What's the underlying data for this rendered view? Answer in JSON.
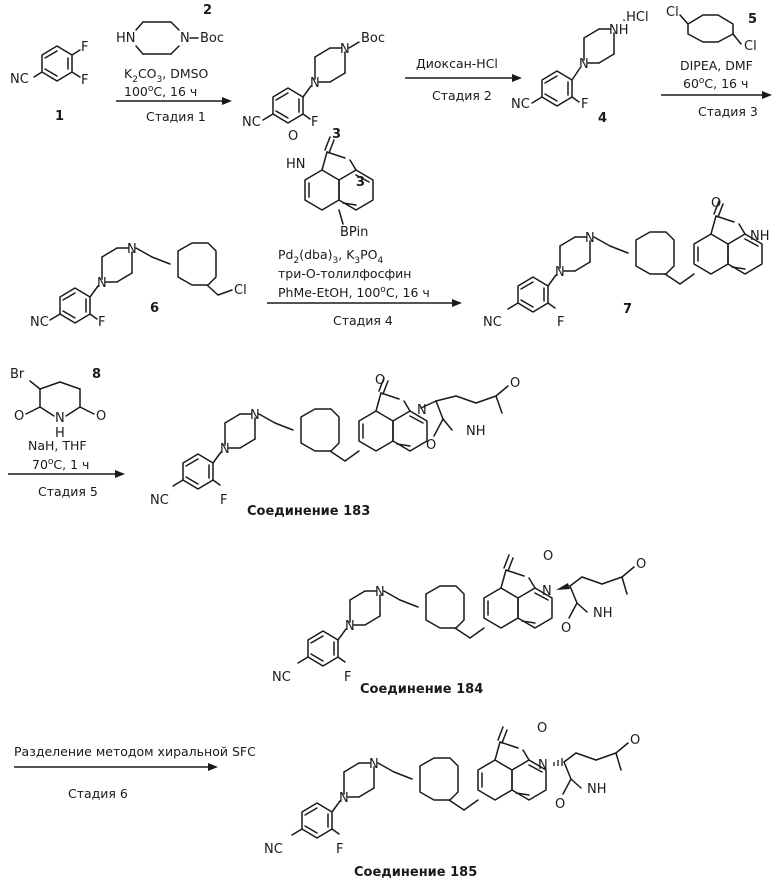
{
  "atoms": {
    "F": "F",
    "NC": "NC",
    "HN": "HN",
    "N": "N",
    "NH": "NH",
    "H": "H",
    "O": "O",
    "Cl": "Cl",
    "Br": "Br",
    "Boc": "Boc",
    "HCl": ".HCl",
    "BPin": "BPin"
  },
  "compounds": {
    "c1": "1",
    "c2": "2",
    "c3": "3",
    "c4": "4",
    "c5": "5",
    "c6": "6",
    "c7": "7",
    "c8": "8",
    "c183": "Соединение 183",
    "c184": "Соединение 184",
    "c185": "Соединение 185"
  },
  "steps": {
    "s1": {
      "reagent_a": "K",
      "reagent_a_sub": "2",
      "reagent_b": "CO",
      "reagent_b_sub": "3",
      "reagent_c": ", DMSO",
      "temp": "100",
      "temp_sup": "o",
      "temp_rest": "C, 16 ч",
      "label": "Стадия 1"
    },
    "s2": {
      "reagent": "Диоксан-HCl",
      "label": "Стадия 2"
    },
    "s3": {
      "reagent": "DIPEA, DMF",
      "temp": "60",
      "temp_sup": "o",
      "temp_rest": "C, 16 ч",
      "label": "Стадия 3"
    },
    "s4": {
      "cat_a": "Pd",
      "cat_a_sub": "2",
      "cat_b": "(dba)",
      "cat_b_sub": "3",
      "cat_c": ", K",
      "cat_c_sub": "3",
      "cat_d": "PO",
      "cat_d_sub": "4",
      "ligand": "три-О-толилфосфин",
      "solvent": "PhMe-EtOH,  100",
      "temp_sup": "o",
      "temp_rest": "C, 16 ч",
      "label": "Стадия 4"
    },
    "s5": {
      "reagent": "NaH, THF",
      "temp": "70",
      "temp_sup": "o",
      "temp_rest": "C, 1 ч",
      "label": "Стадия 5"
    },
    "s6": {
      "reagent": "Разделение методом хиральной SFC",
      "label": "Стадия 6"
    }
  }
}
